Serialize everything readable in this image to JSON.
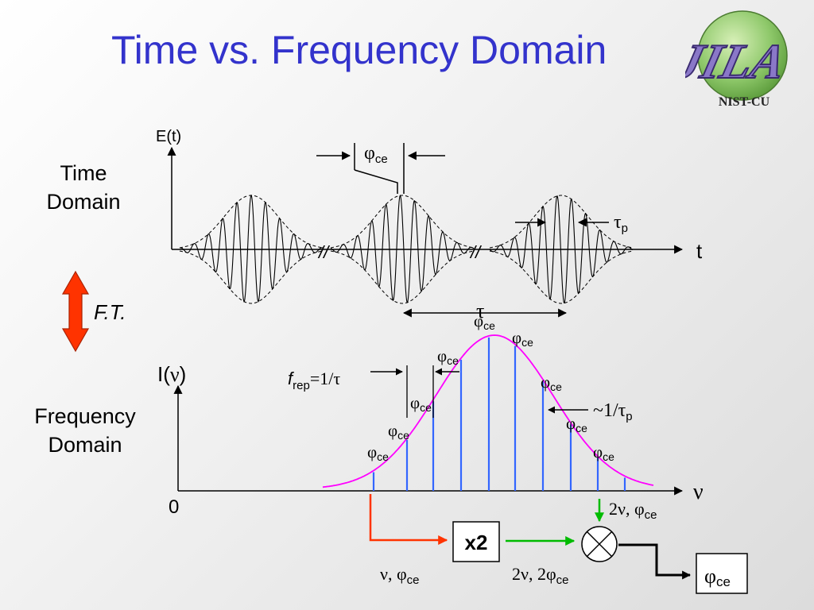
{
  "slide": {
    "title": "Time vs. Frequency Domain",
    "time_domain_label": "Time\nDomain",
    "freq_domain_label": "Frequency\nDomain",
    "ft_label": "F.T.",
    "logo_text": "JILA",
    "logo_subtext": "NIST-CU"
  },
  "time_plot": {
    "y_label": "E(t)",
    "x_label": "t",
    "phase_symbol": "φ",
    "phase_sub": "ce",
    "tau_p_symbol": "τ",
    "tau_p_sub": "p",
    "tau_label": "τ",
    "break_mark": "//"
  },
  "freq_plot": {
    "y_label": "I(ν)",
    "x_label": "ν",
    "origin_label": "0",
    "frep_f": "f",
    "frep_sub": "rep",
    "frep_rest": "=1/τ",
    "width_label_main": "~1/τ",
    "width_label_sub": "p",
    "phase_symbol": "φ",
    "phase_sub": "ce",
    "line_positions": [
      470,
      512,
      545,
      580,
      615,
      648,
      683,
      718,
      752,
      786
    ]
  },
  "f2f": {
    "doubler_label": "x2",
    "input_label_main": "ν, φ",
    "input_label_sub": "ce",
    "doubled_label_main": "2ν, 2φ",
    "doubled_label_sub": "ce",
    "comb_label_main": "2ν, φ",
    "comb_label_sub": "ce",
    "output_main": "φ",
    "output_sub": "ce"
  },
  "colors": {
    "title": "#3333cc",
    "comb_line": "#3366ff",
    "envelope": "#ff00ff",
    "input_arrow": "#ff3300",
    "green_arrow": "#00bb00",
    "ft_arrow": "#ff3300"
  }
}
